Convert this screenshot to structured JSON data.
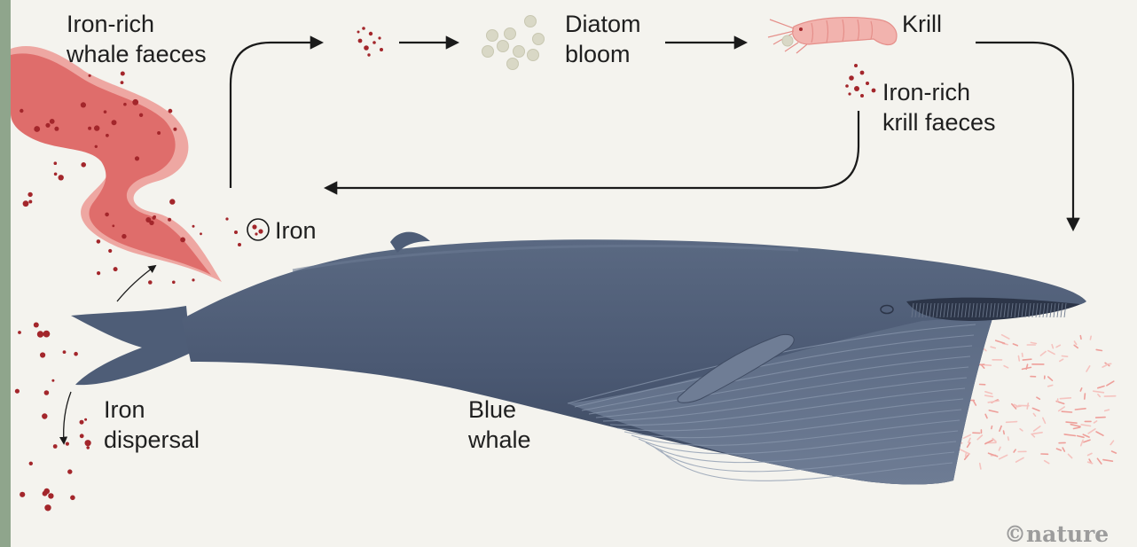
{
  "labels": {
    "whale_faeces": "Iron-rich\nwhale faeces",
    "diatom_bloom": "Diatom\nbloom",
    "krill": "Krill",
    "krill_faeces": "Iron-rich\nkrill faeces",
    "iron": "Iron",
    "iron_dispersal": "Iron\ndispersal",
    "blue_whale": "Blue\nwhale"
  },
  "credit": "©nature",
  "colors": {
    "background": "#f4f3ee",
    "whale": "#4d5c75",
    "faeces_plume": "#df6d6b",
    "iron_dot": "#a3262b",
    "diatom": "#d9d8c6",
    "krill": "#f2b3ae",
    "arrow": "#1a1a1a"
  }
}
